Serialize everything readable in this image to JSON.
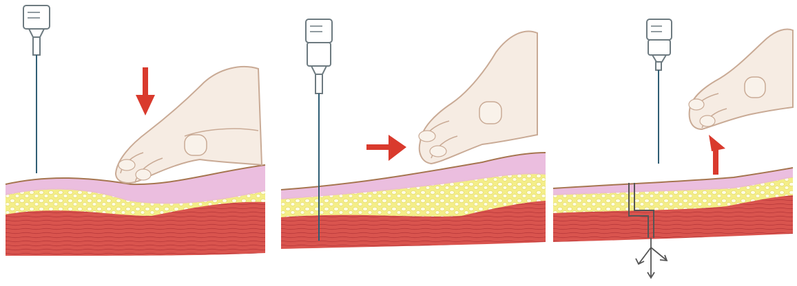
{
  "figure": {
    "panels": [
      {
        "step": "press-down",
        "arrow_direction": "down"
      },
      {
        "step": "slide-skin",
        "arrow_direction": "right"
      },
      {
        "step": "release",
        "arrow_direction": "up"
      }
    ]
  },
  "colors": {
    "muscle": "#d9544e",
    "muscle_dark": "#b8383a",
    "fat": "#f4ee88",
    "dermis": "#e9b7dc",
    "skin_line": "#a5754f",
    "arrow": "#d93a2d",
    "hand": "#f6ece3",
    "hand_shadow": "#c9aa95",
    "syringe": "#7f8f95",
    "needle": "#2f5d74"
  },
  "icons": [
    "syringe-icon",
    "hand-icon",
    "arrow-down-icon",
    "arrow-right-icon",
    "arrow-up-icon",
    "z-track-icon",
    "dispersion-arrows-icon"
  ]
}
